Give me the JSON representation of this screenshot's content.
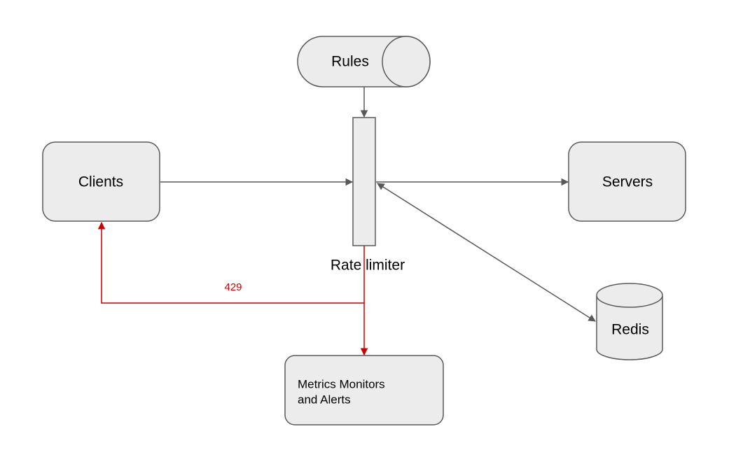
{
  "nodes": {
    "rules": {
      "label": "Rules"
    },
    "clients": {
      "label": "Clients"
    },
    "rate_limiter": {
      "label": "Rate limiter"
    },
    "servers": {
      "label": "Servers"
    },
    "redis": {
      "label": "Redis"
    },
    "metrics": {
      "line1": "Metrics Monitors",
      "line2": "and Alerts"
    }
  },
  "edges": {
    "rejected_label": "429"
  },
  "colors": {
    "node_fill": "#ececec",
    "node_stroke": "#595959",
    "edge": "#595959",
    "reject_edge": "#cc0000"
  }
}
